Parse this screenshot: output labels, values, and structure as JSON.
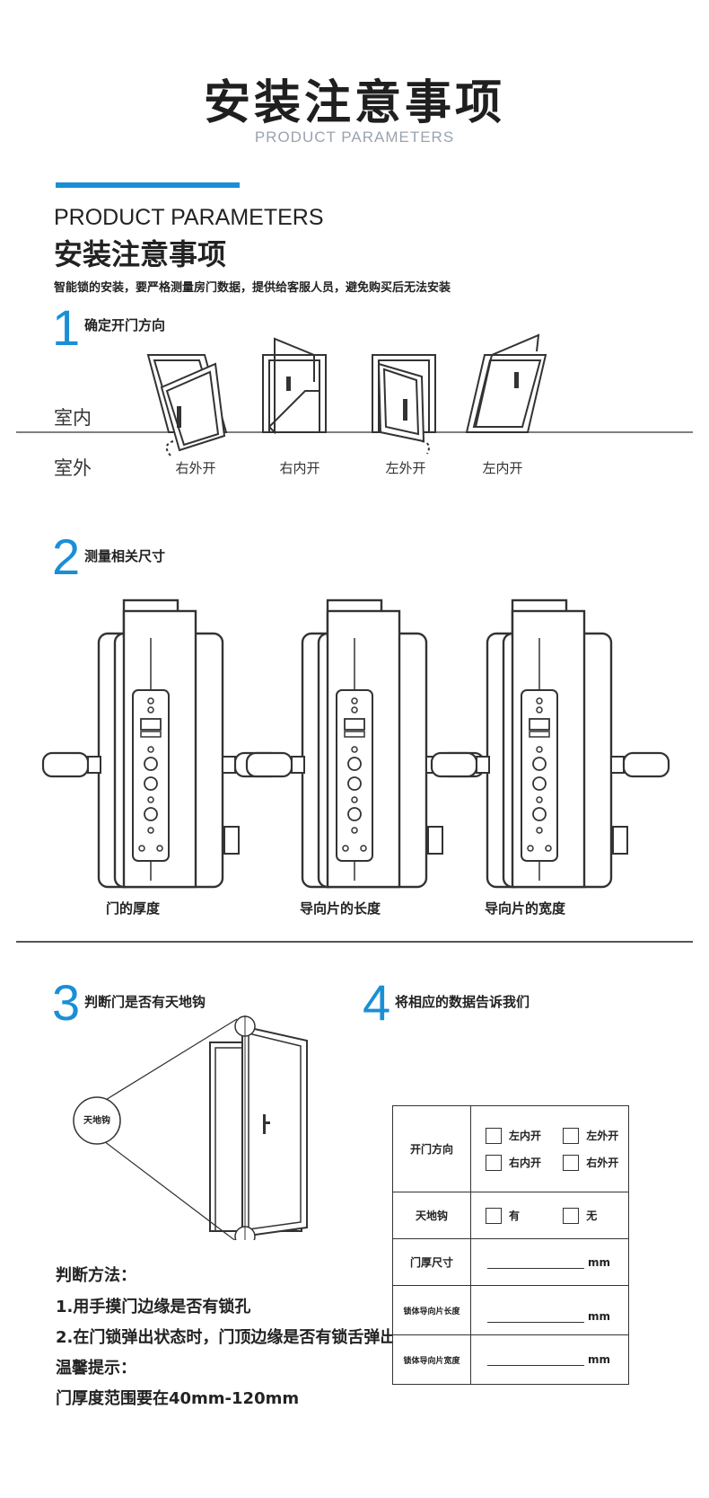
{
  "header": {
    "title": "安装注意事项",
    "subtitle": "PRODUCT PARAMETERS"
  },
  "intro": {
    "heading_en": "PRODUCT PARAMETERS",
    "heading_cn": "安装注意事项",
    "text": "智能锁的安装，要严格测量房门数据，提供给客服人员，避免购买后无法安装"
  },
  "step1": {
    "number": "1",
    "title": "确定开门方向",
    "indoor": "室内",
    "outdoor": "室外",
    "doors": [
      "右外开",
      "右内开",
      "左外开",
      "左内开"
    ]
  },
  "step2": {
    "number": "2",
    "title": "测量相关尺寸",
    "locks": [
      "门的厚度",
      "导向片的长度",
      "导向片的宽度"
    ]
  },
  "step3": {
    "number": "3",
    "title": "判断门是否有天地钩",
    "hook_label": "天地钩",
    "method_title": "判断方法：",
    "method_1": "1.用手摸门边缘是否有锁孔",
    "method_2": "2.在门锁弹出状态时，门顶边缘是否有锁舌弹出",
    "tip_title": "温馨提示：",
    "tip_text": "门厚度范围要在40mm-120mm"
  },
  "step4": {
    "number": "4",
    "title": "将相应的数据告诉我们",
    "rows": {
      "direction": {
        "label": "开门方向",
        "opts": [
          "左内开",
          "左外开",
          "右内开",
          "右外开"
        ]
      },
      "hook": {
        "label": "天地钩",
        "yes": "有",
        "no": "无"
      },
      "thickness": {
        "label": "门厚尺寸",
        "unit": "mm"
      },
      "guide_length": {
        "label": "锁体导向片长度",
        "unit": "mm"
      },
      "guide_width": {
        "label": "锁体导向片宽度",
        "unit": "mm"
      }
    }
  },
  "colors": {
    "accent": "#1a8fd6",
    "line": "#333333"
  }
}
